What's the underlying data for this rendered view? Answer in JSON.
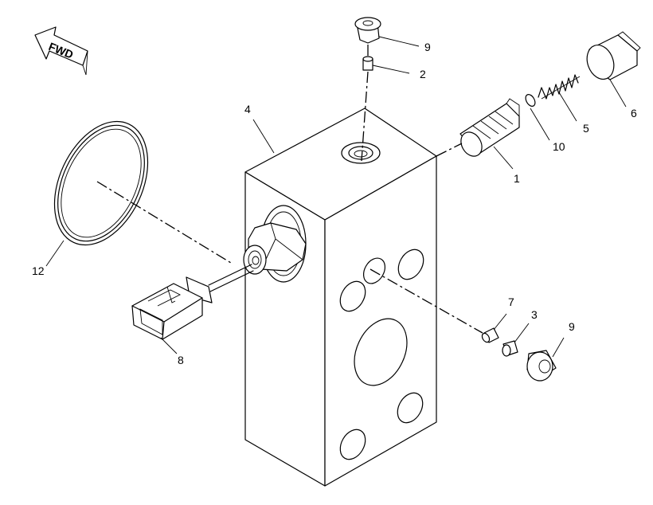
{
  "direction_indicator": {
    "label": "FWD"
  },
  "callouts": {
    "c1": "1",
    "c2": "2",
    "c3": "3",
    "c4": "4",
    "c5": "5",
    "c6": "6",
    "c7": "7",
    "c8": "8",
    "c9_top": "9",
    "c9_bottom": "9",
    "c10": "10",
    "c12": "12"
  }
}
